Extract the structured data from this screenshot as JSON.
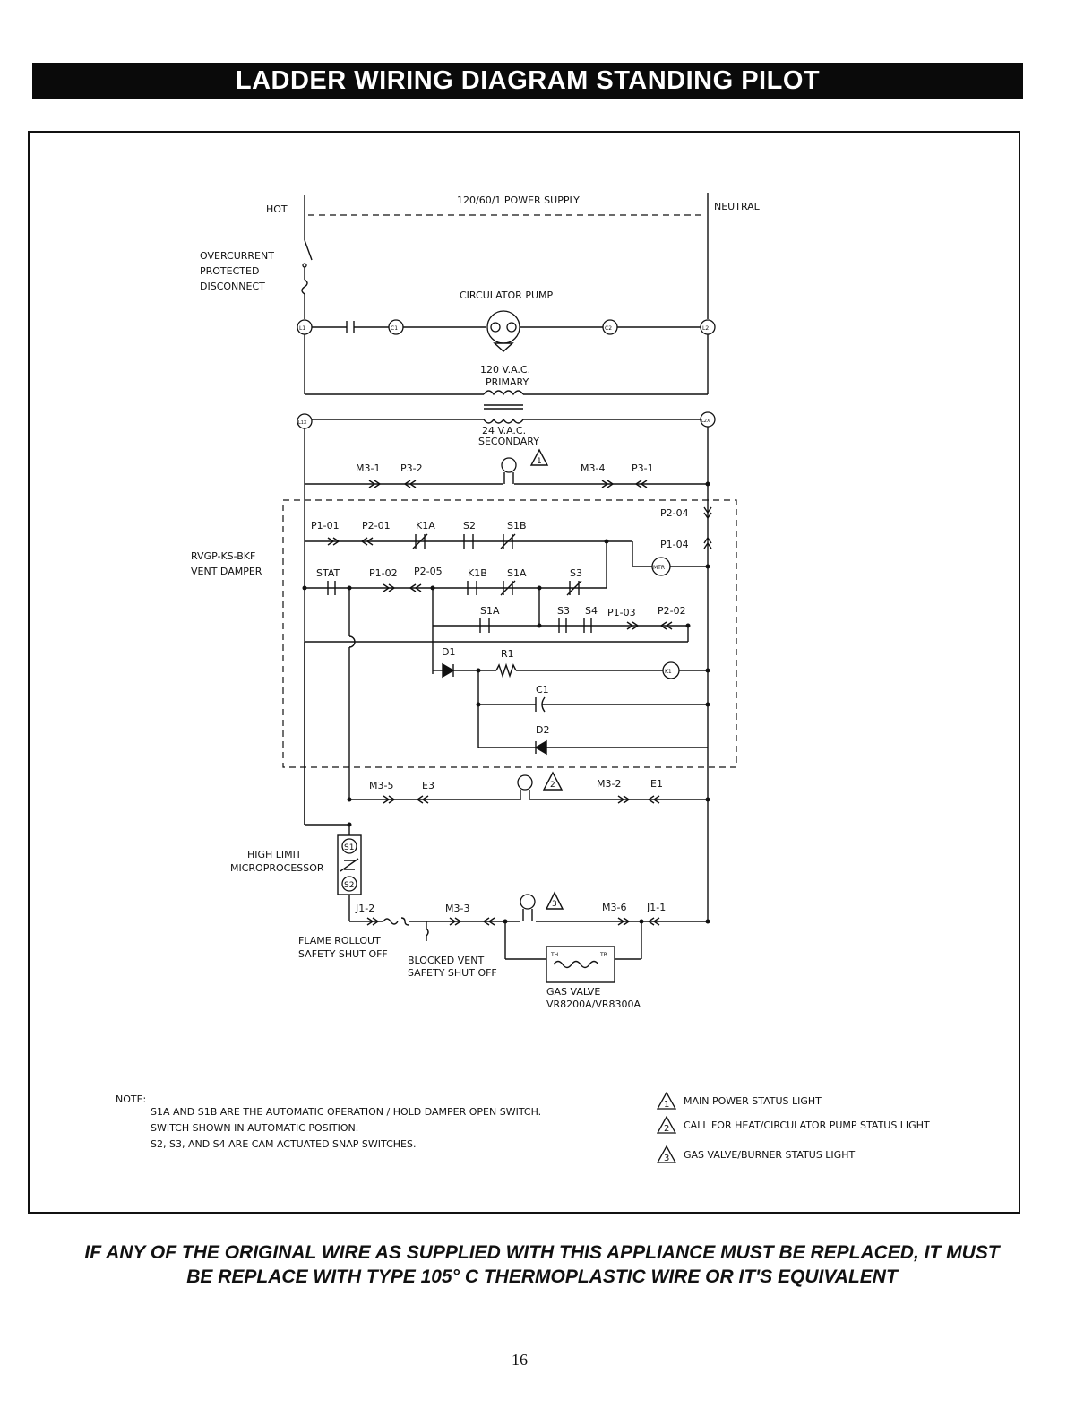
{
  "title": "LADDER WIRING DIAGRAM STANDING PILOT",
  "labels": {
    "hot": "HOT",
    "neutral": "NEUTRAL",
    "power_supply": "120/60/1 POWER SUPPLY",
    "disconnect_1": "OVERCURRENT",
    "disconnect_2": "PROTECTED",
    "disconnect_3": "DISCONNECT",
    "circulator_pump": "CIRCULATOR PUMP",
    "primary_1": "120 V.A.C.",
    "primary_2": "PRIMARY",
    "secondary_1": "24 V.A.C.",
    "secondary_2": "SECONDARY",
    "vent_damper_1": "RVGP-KS-BKF",
    "vent_damper_2": "VENT DAMPER",
    "high_limit_1": "HIGH LIMIT",
    "high_limit_2": "MICROPROCESSOR",
    "flame_rollout_1": "FLAME ROLLOUT",
    "flame_rollout_2": "SAFETY SHUT OFF",
    "blocked_vent_1": "BLOCKED VENT",
    "blocked_vent_2": "SAFETY SHUT OFF",
    "gas_valve_1": "GAS VALVE",
    "gas_valve_2": "VR8200A/VR8300A"
  },
  "terminals": {
    "l1": "L1",
    "l2": "L2",
    "c1": "C1",
    "c2": "C2",
    "l1x": "L1X",
    "l2x": "L2X",
    "mtr": "MTR",
    "k1": "K1",
    "s1": "S1",
    "s2": "S2",
    "th": "TH",
    "tr": "TR"
  },
  "connectors": {
    "m3_1": "M3-1",
    "p3_2": "P3-2",
    "m3_4": "M3-4",
    "p3_1": "P3-1",
    "p2_04": "P2-04",
    "p1_04": "P1-04",
    "p1_01": "P1-01",
    "p2_01": "P2-01",
    "k1a": "K1A",
    "s2": "S2",
    "s1b": "S1B",
    "stat": "STAT",
    "p1_02": "P1-02",
    "p2_05": "P2-05",
    "k1b": "K1B",
    "s1a_top": "S1A",
    "s3_top": "S3",
    "s1a_mid": "S1A",
    "s3_mid": "S3",
    "s4": "S4",
    "p1_03": "P1-03",
    "p2_02": "P2-02",
    "d1": "D1",
    "r1": "R1",
    "c1": "C1",
    "d2": "D2",
    "m3_5": "M3-5",
    "e3": "E3",
    "m3_2": "M3-2",
    "e1": "E1",
    "j1_2": "J1-2",
    "m3_3": "M3-3",
    "m3_6": "M3-6",
    "j1_1": "J1-1"
  },
  "markers": {
    "one": "1",
    "two": "2",
    "three": "3"
  },
  "notes": {
    "heading": "NOTE:",
    "lines": [
      "S1A AND S1B ARE THE AUTOMATIC OPERATION / HOLD DAMPER OPEN SWITCH.",
      "SWITCH SHOWN IN AUTOMATIC POSITION.",
      "S2, S3, AND S4 ARE CAM ACTUATED SNAP SWITCHES."
    ]
  },
  "legend": [
    {
      "marker": "1",
      "text": "MAIN POWER STATUS LIGHT"
    },
    {
      "marker": "2",
      "text": "CALL FOR HEAT/CIRCULATOR PUMP STATUS LIGHT"
    },
    {
      "marker": "3",
      "text": "GAS VALVE/BURNER STATUS LIGHT"
    }
  ],
  "footer": {
    "line1": "IF ANY OF THE ORIGINAL WIRE AS SUPPLIED WITH THIS APPLIANCE MUST BE REPLACED, IT MUST",
    "line2": "BE REPLACE WITH TYPE 105° C THERMOPLASTIC WIRE OR IT'S EQUIVALENT"
  },
  "page_number": "16"
}
